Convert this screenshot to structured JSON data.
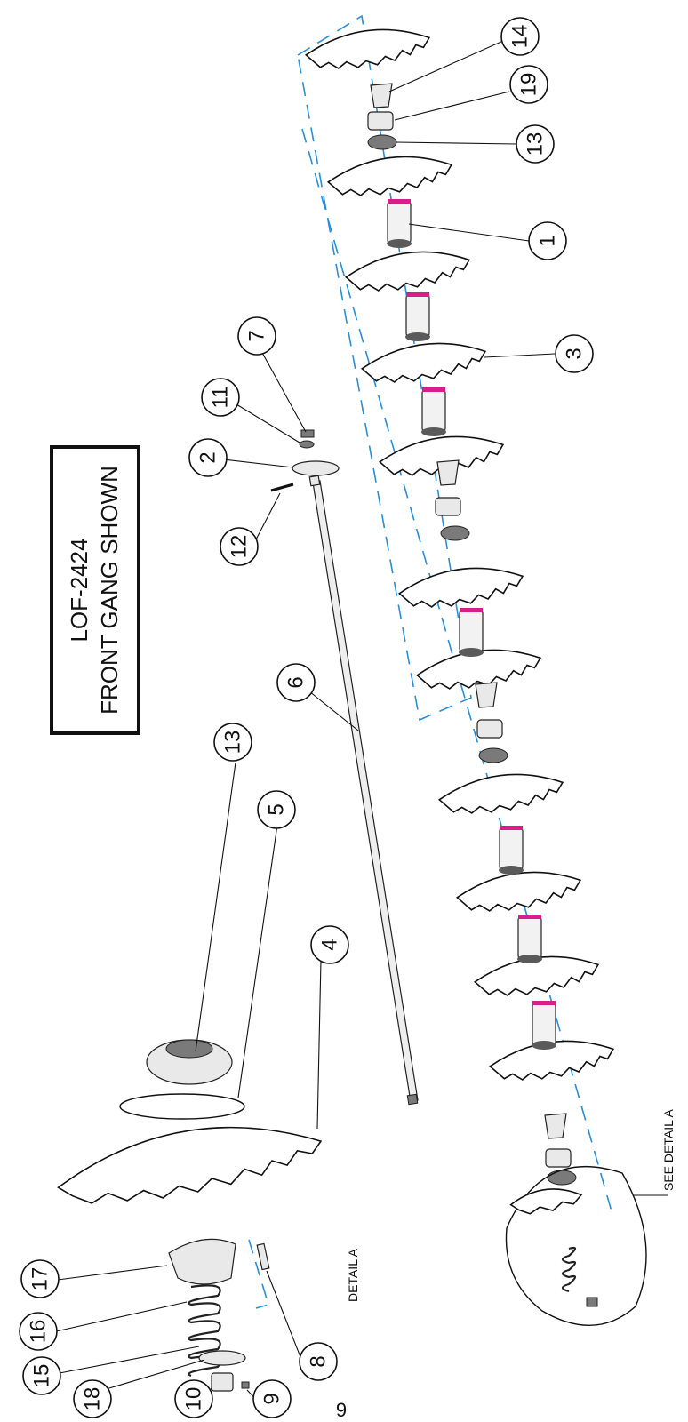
{
  "title": {
    "line1": "LOF-2424",
    "line2": "FRONT GANG SHOWN"
  },
  "labels": {
    "detail_a": "DETAIL A",
    "see_detail_a": "SEE DETAIL A"
  },
  "page_number": "9",
  "callouts": [
    "14",
    "19",
    "13",
    "1",
    "3",
    "7",
    "11",
    "2",
    "12",
    "6",
    "13",
    "5",
    "4",
    "17",
    "16",
    "15",
    "18",
    "10",
    "9",
    "8"
  ],
  "colors": {
    "spacer_band": "#d61f8a",
    "center_line": "#2a8fd6"
  }
}
